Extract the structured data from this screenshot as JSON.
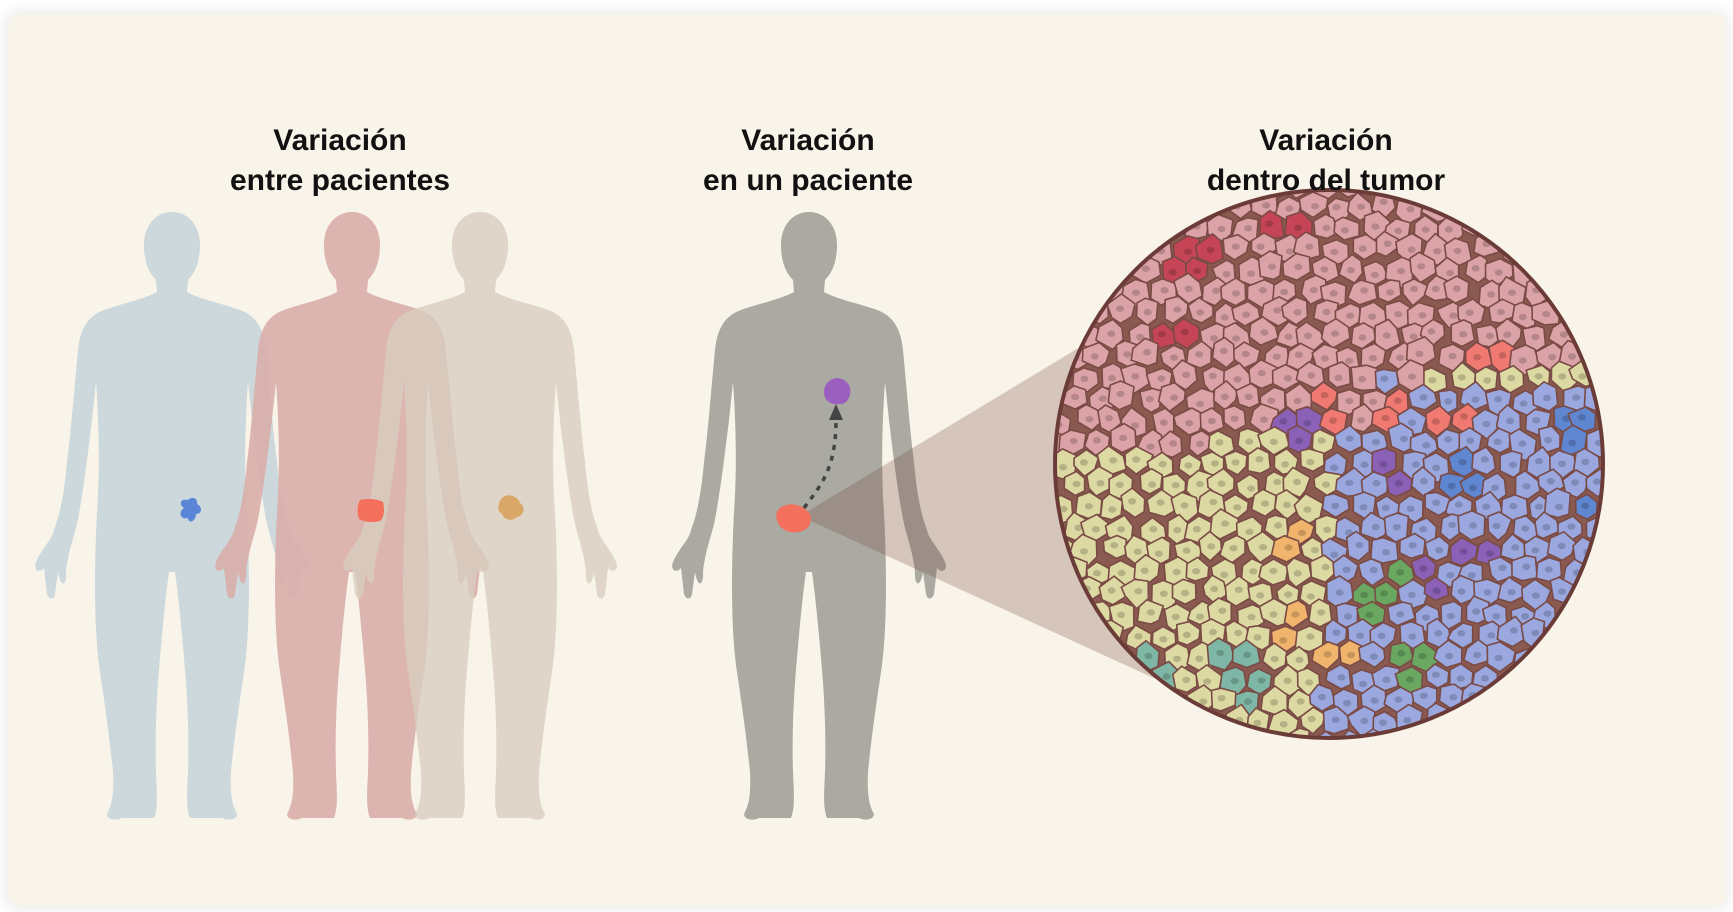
{
  "titles": {
    "between_patients": {
      "line1": "Variación",
      "line2": "entre pacientes"
    },
    "in_patient": {
      "line1": "Variación",
      "line2": "en un paciente"
    },
    "within_tumor": {
      "line1": "Variación",
      "line2": "dentro del tumor"
    }
  },
  "colors": {
    "background": "#f8f4e9",
    "body_blue": "#cdd8dc",
    "body_pink": "#d9aeaa",
    "body_tan": "#d8cdbf",
    "body_gray": "#aaa9a2",
    "tumor_blue": "#5b86d8",
    "tumor_red": "#f2705c",
    "tumor_orange": "#d9a868",
    "metastasis_purple": "#9b5fbf",
    "cell_pink": "#dba3a7",
    "cell_red": "#c54556",
    "cell_salmon": "#f07a72",
    "cell_yellow": "#dcd9a2",
    "cell_blue": "#9aa8df",
    "cell_teal": "#7fb7a6",
    "cell_green": "#6aa862",
    "cell_orange": "#f1b46d",
    "cell_purple": "#8b61b8",
    "cell_outline": "#7a4a45"
  },
  "icons": [
    "human-silhouette",
    "tumor-blob",
    "metastasis-blob",
    "dashed-arrow",
    "cell-cluster"
  ]
}
